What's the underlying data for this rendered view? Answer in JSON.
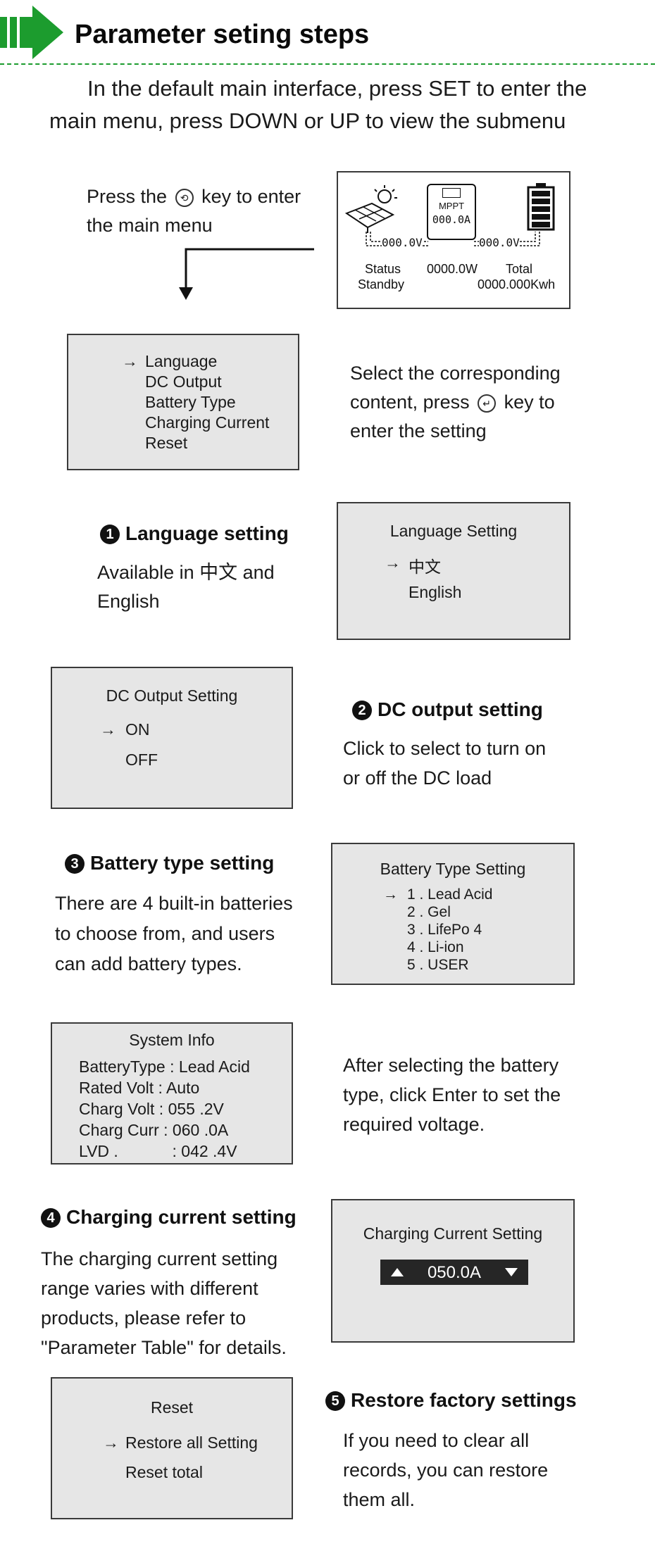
{
  "header": {
    "title": "Parameter seting steps",
    "accent_color": "#1c9c2e"
  },
  "intro": {
    "line1": "In the default main interface, press SET to enter the",
    "line2": "main menu, press DOWN or UP to view the submenu"
  },
  "step_main": {
    "text_before_icon": "Press the",
    "icon": "set-key-icon",
    "text_after_icon": "key to enter",
    "line2": "the main menu"
  },
  "main_screen": {
    "mppt_label": "MPPT",
    "mppt_current": "000.0A",
    "pv_voltage": "000.0V",
    "battery_voltage": "000.0V",
    "status_label": "Status",
    "status_value": "Standby",
    "power": "0000.0W",
    "total_label": "Total",
    "total_value": "0000.000Kwh"
  },
  "menu_screen": {
    "arrow": "→",
    "items": [
      "Language",
      "DC Output",
      "Battery Type",
      "Charging Current",
      "Reset"
    ]
  },
  "menu_desc": {
    "line1": "Select the corresponding",
    "line2_before_icon": "content, press",
    "icon": "enter-key-icon",
    "line2_after_icon": "key to",
    "line3": "enter the setting"
  },
  "language": {
    "number": "1",
    "heading": "Language setting",
    "desc_line1": "Available in 中文  and",
    "desc_line2": "English",
    "screen_title": "Language Setting",
    "options": [
      "中文",
      "English"
    ]
  },
  "dc_output": {
    "number": "2",
    "heading": "DC output setting",
    "desc_line1": "Click to select to turn on",
    "desc_line2": "or off the DC load",
    "screen_title": "DC Output Setting",
    "options": [
      "ON",
      "OFF"
    ]
  },
  "battery": {
    "number": "3",
    "heading": "Battery type setting",
    "desc_line1": "There are 4 built-in batteries",
    "desc_line2": "to choose from, and users",
    "desc_line3": "can add battery types.",
    "screen_title": "Battery Type Setting",
    "options": [
      "1 . Lead Acid",
      "2 . Gel",
      "3 . LifePo 4",
      "4 . Li-ion",
      "5 . USER"
    ]
  },
  "system_info": {
    "title": "System Info",
    "rows": [
      "BatteryType : Lead Acid",
      "Rated Volt : Auto",
      "Charg Volt : 055 .2V",
      "Charg Curr : 060 .0A",
      "LVD .            : 042 .4V"
    ],
    "desc_line1": "After selecting the battery",
    "desc_line2": "type, click Enter to set the",
    "desc_line3": "required voltage."
  },
  "charging": {
    "number": "4",
    "heading": "Charging current setting",
    "desc_line1": "The charging current setting",
    "desc_line2": "range varies with different",
    "desc_line3": "products, please refer to",
    "desc_line4": "\"Parameter Table\" for details.",
    "screen_title": "Charging Current Setting",
    "value": "050.0A"
  },
  "reset": {
    "number": "5",
    "heading": "Restore factory settings",
    "desc_line1": "If you need to clear all",
    "desc_line2": "records, you can restore",
    "desc_line3": "them all.",
    "screen_title": "Reset",
    "options": [
      "Restore all Setting",
      "Reset total"
    ]
  },
  "arrow_glyph": "→"
}
